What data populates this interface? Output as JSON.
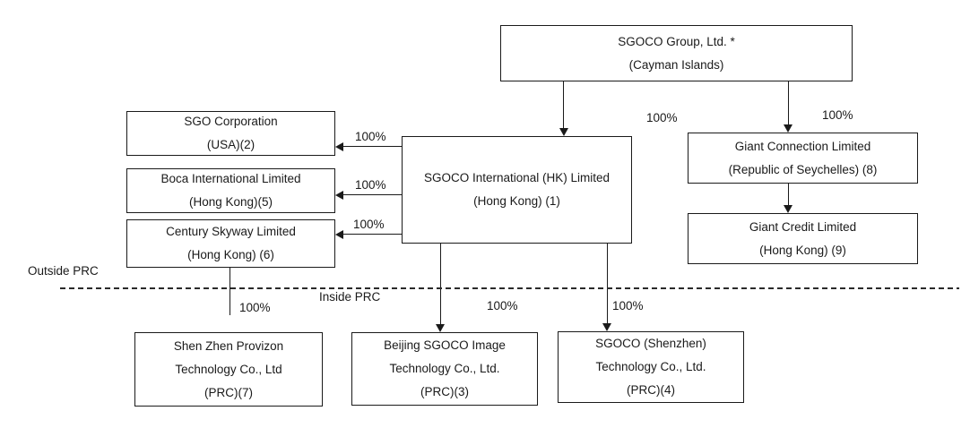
{
  "colors": {
    "background": "#ffffff",
    "ink": "#1a1a1a"
  },
  "regions": {
    "outside_prc": "Outside PRC",
    "inside_prc": "Inside PRC"
  },
  "nodes": {
    "sgoco_group": {
      "name": "SGOCO Group, Ltd. *",
      "location": "(Cayman Islands)"
    },
    "sgoco_international": {
      "name": "SGOCO International (HK) Limited",
      "location": "(Hong Kong) (1)"
    },
    "sgo_corporation": {
      "name": "SGO Corporation",
      "location": "(USA)(2)"
    },
    "boca_international": {
      "name": "Boca International Limited",
      "location": "(Hong Kong)(5)"
    },
    "century_skyway": {
      "name": "Century Skyway Limited",
      "location": "(Hong Kong) (6)"
    },
    "giant_connection": {
      "name": "Giant Connection Limited",
      "location": "(Republic of Seychelles) (8)"
    },
    "giant_credit": {
      "name": "Giant Credit Limited",
      "location": "(Hong Kong) (9)"
    },
    "shenzhen_provizon": {
      "name": "Shen Zhen Provizon",
      "name2": "Technology Co., Ltd",
      "location": "(PRC)(7)"
    },
    "beijing_sgoco": {
      "name": "Beijing SGOCO Image",
      "name2": "Technology Co., Ltd.",
      "location": "(PRC)(3)"
    },
    "sgoco_shenzhen": {
      "name": "SGOCO (Shenzhen)",
      "name2": "Technology Co., Ltd.",
      "location": "(PRC)(4)"
    }
  },
  "edge_labels": {
    "group_to_international": "100%",
    "group_to_giant_connection": "100%",
    "international_to_sgo": "100%",
    "international_to_boca": "100%",
    "international_to_century": "100%",
    "century_to_shenzhen_provizon": "100%",
    "international_to_beijing": "100%",
    "international_to_sgoco_shenzhen": "100%"
  }
}
